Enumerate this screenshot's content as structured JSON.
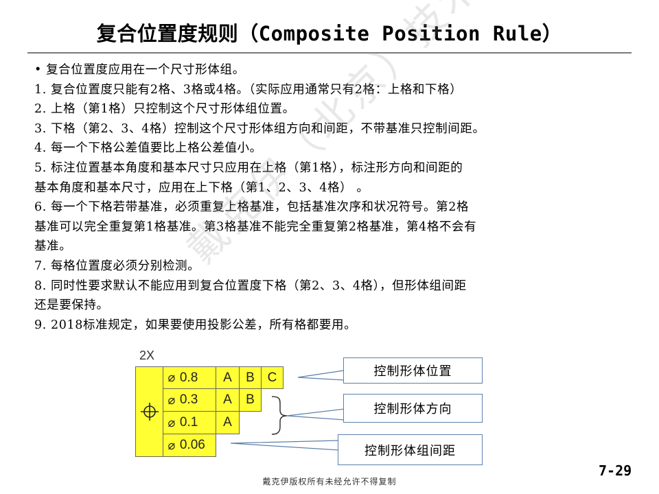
{
  "title": "复合位置度规则（Composite Position Rule）",
  "body_lines": [
    "• 复合位置度应用在一个尺寸形体组。",
    "1.  复合位置度只能有2格、3格或4格。（实际应用通常只有2格：上格和下格）",
    "2.  上格（第1格）只控制这个尺寸形体组位置。",
    "3.  下格（第2、3、4格）控制这个尺寸形体组方向和间距，不带基准只控制间距。",
    "4.  每一个下格公差值要比上格公差值小。",
    "5.  标注位置基本角度和基本尺寸只应用在上格（第1格），标注形方向和间距的",
    "基本角度和基本尺寸，应用在上下格（第1、2、3、4格）  。",
    "6.  每一个下格若带基准，必须重复上格基准，包括基准次序和状况符号。第2格",
    "基准可以完全重复第1格基准。第3格基准不能完全重复第2格基准，第4格不会有",
    "基准。",
    "7.  每格位置度必须分别检测。",
    "8.  同时性要求默认不能应用到复合位置度下格（第2、3、4格），但形体组间距",
    "还是要保持。",
    "9.  2018标准规定，如果要使用投影公差，所有格都要用。"
  ],
  "watermark": "戴克伊（北京）技术有限公司",
  "fcf": {
    "count": "2X",
    "diameter_symbol": "⌀",
    "position_symbol": "position-icon",
    "fill_color": "#ffff33",
    "rows": [
      {
        "tol": "0.8",
        "datums": [
          "A",
          "B",
          "C"
        ]
      },
      {
        "tol": "0.3",
        "datums": [
          "A",
          "B"
        ]
      },
      {
        "tol": "0.1",
        "datums": [
          "A"
        ]
      },
      {
        "tol": "0.06",
        "datums": []
      }
    ]
  },
  "callouts": [
    "控制形体位置",
    "控制形体方向",
    "控制形体组间距"
  ],
  "page_number": "7-29",
  "footer": "戴克伊版权所有未经允许不得复制"
}
